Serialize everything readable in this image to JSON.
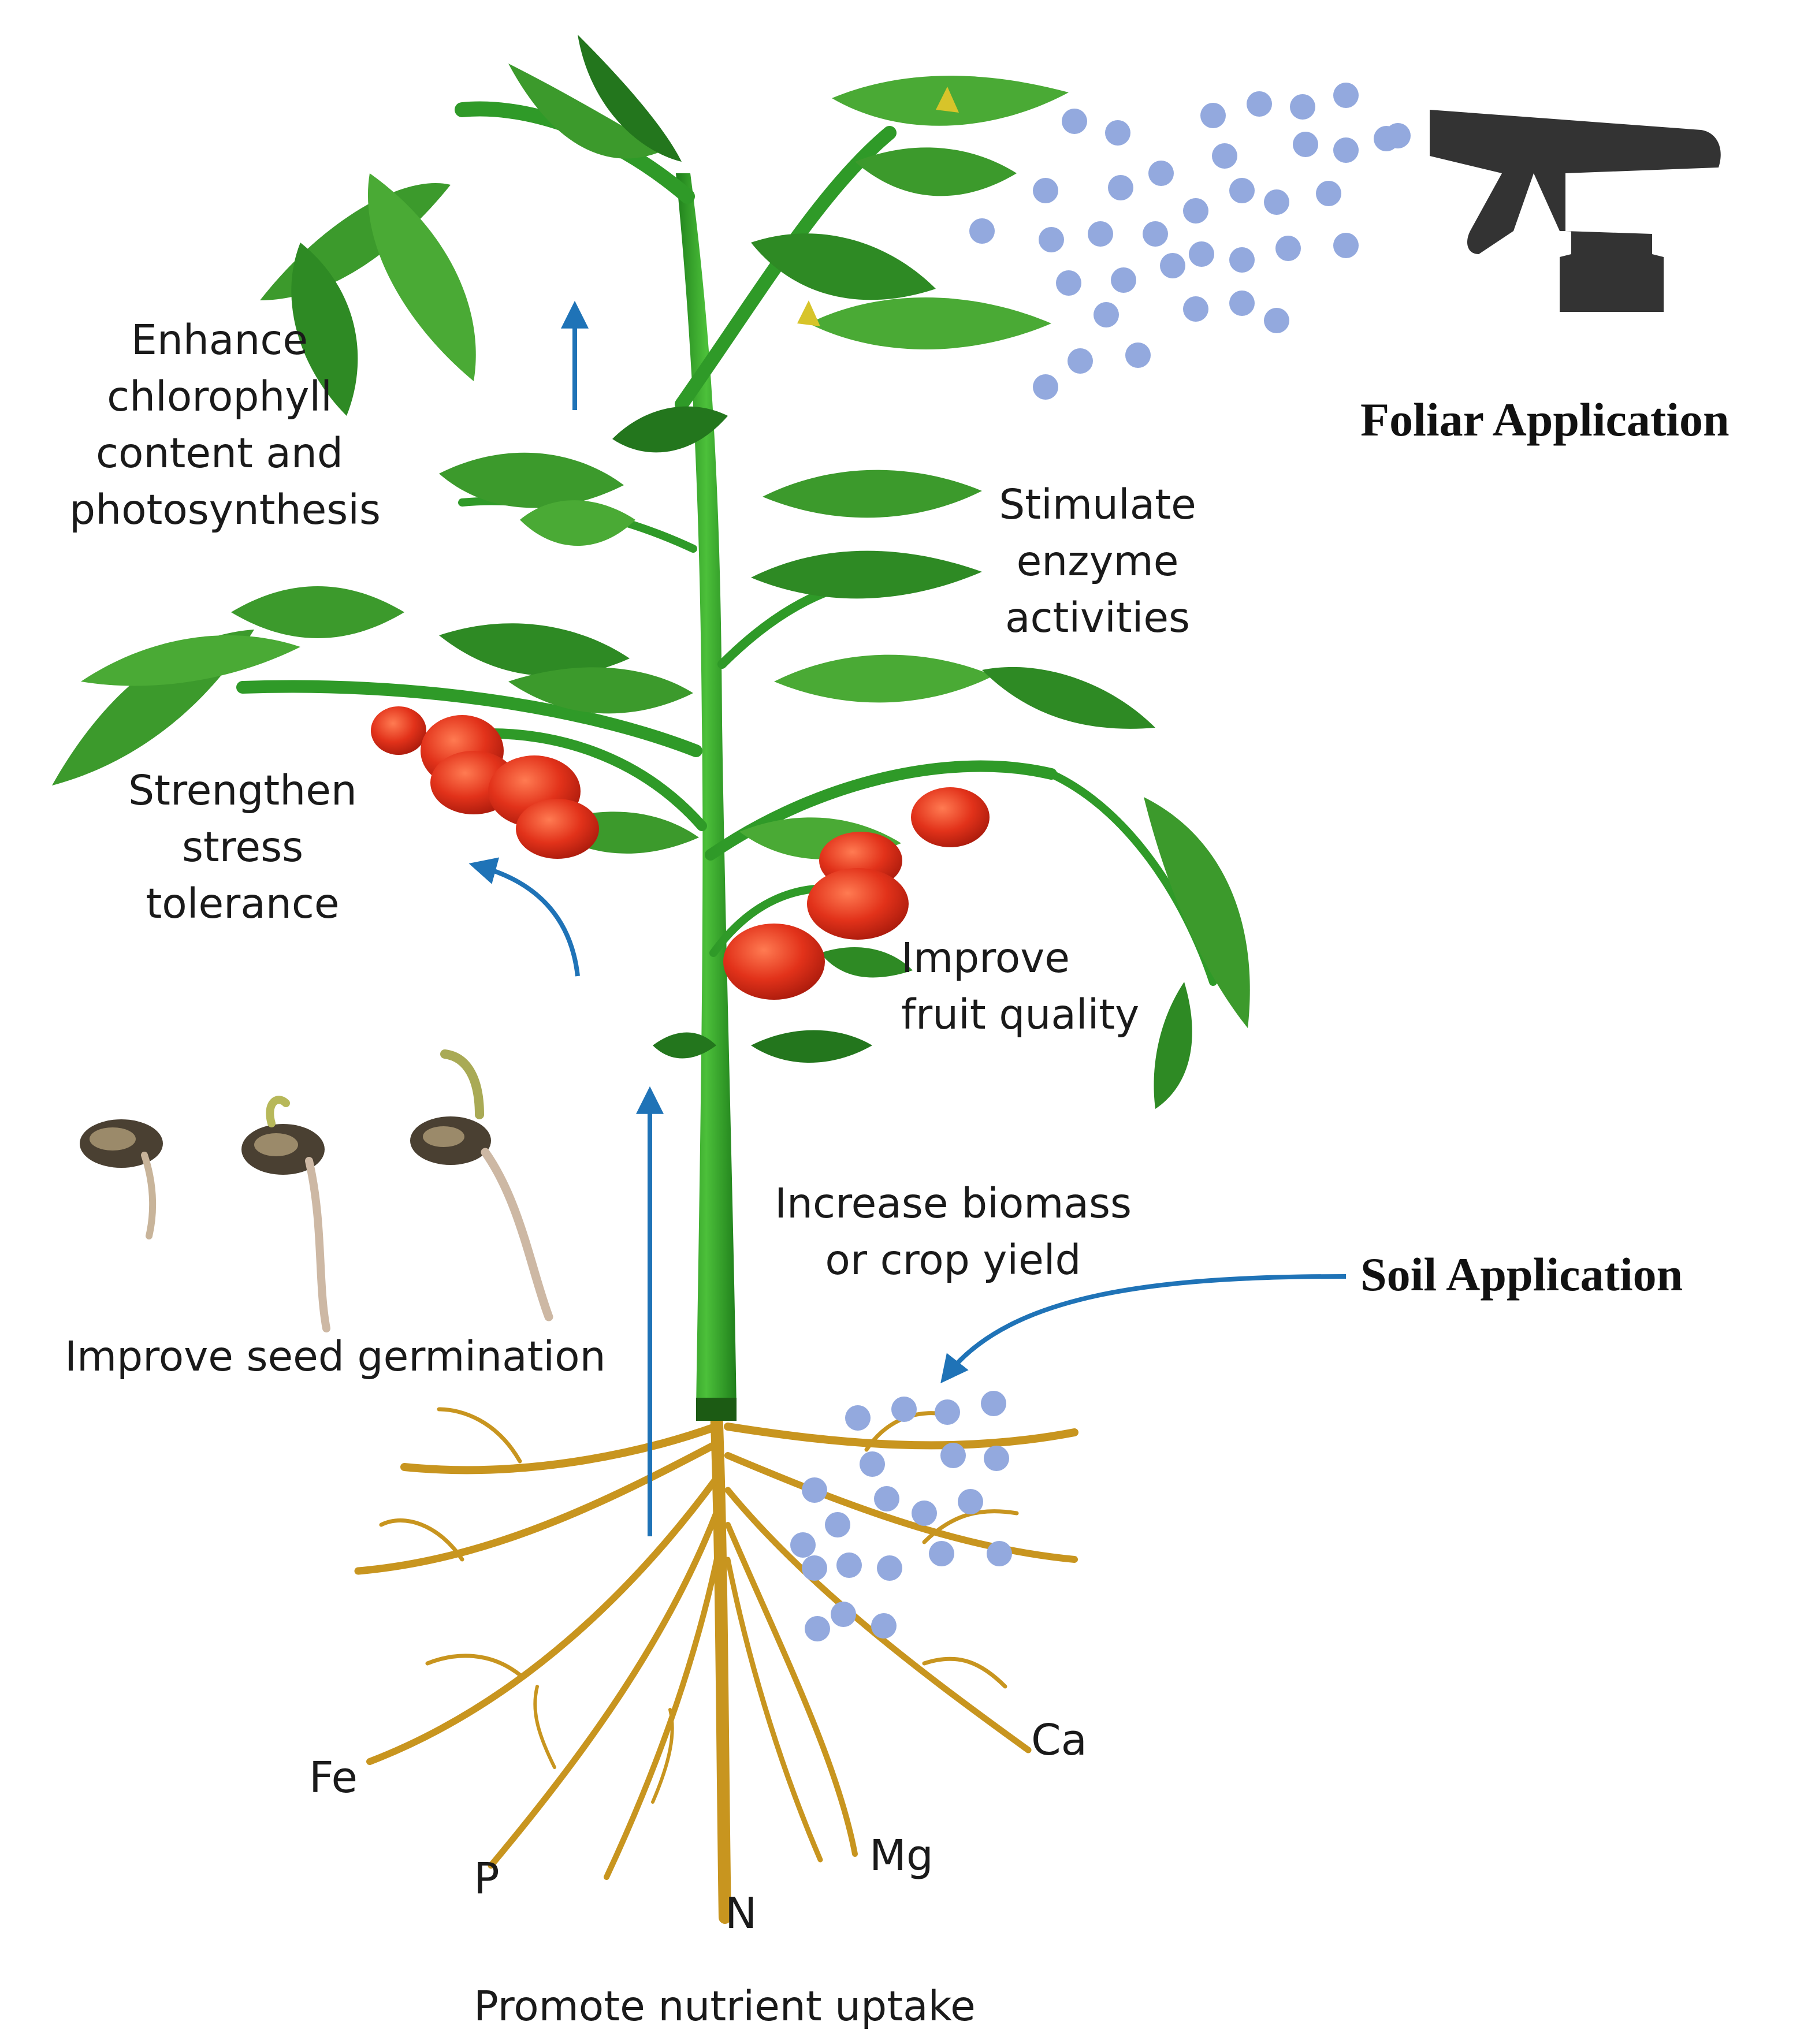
{
  "labels": {
    "chlorophyll": [
      "Enhance",
      "chlorophyll",
      "content and",
      "photosynthesis"
    ],
    "enzyme": [
      "Stimulate",
      "enzyme",
      "activities"
    ],
    "stress": [
      "Strengthen",
      "stress",
      "tolerance"
    ],
    "fruit": [
      "Improve",
      "fruit quality"
    ],
    "biomass": [
      "Increase biomass",
      "or crop yield"
    ],
    "germination": "Improve seed germination",
    "uptake": "Promote nutrient uptake"
  },
  "applications": {
    "foliar": "Foliar Application",
    "soil": "Soil Application"
  },
  "nutrients": [
    "Fe",
    "P",
    "N",
    "Mg",
    "Ca"
  ],
  "colors": {
    "arrow": "#1f73b7",
    "droplet": "#93a9de",
    "sprayer": "#333333",
    "leaf": "#3c9a2c",
    "leaf_dark": "#23761d",
    "stem": "#2f9a28",
    "fruit": "#e2321a",
    "root": "#c8951f"
  }
}
